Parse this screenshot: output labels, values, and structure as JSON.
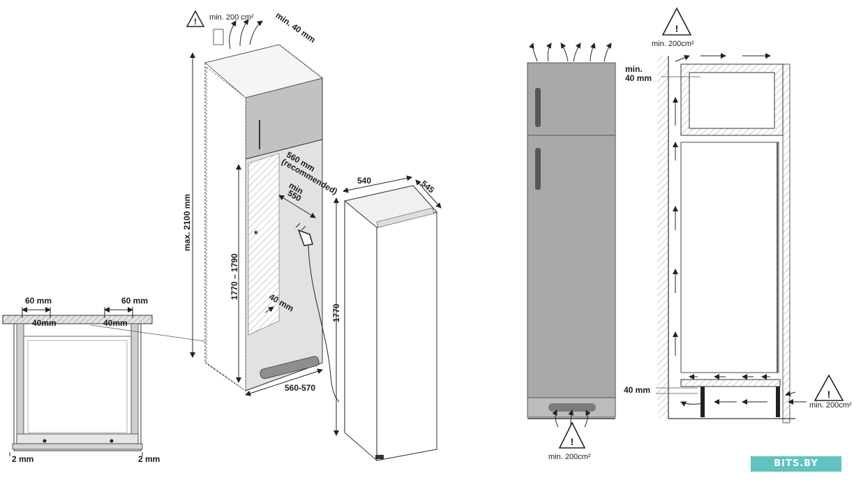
{
  "colors": {
    "appliance_fill": "#a9a9a9",
    "cabinet_fill": "#c8c8c8",
    "niche_fill": "#dedede",
    "accent": "#5fc3bf",
    "line": "#222222"
  },
  "top_view": {
    "gap_left": "60 mm",
    "gap_right": "60 mm",
    "inner_left": "40mm",
    "inner_right": "40mm",
    "bottom_left": "2 mm",
    "bottom_right": "2 mm"
  },
  "cabinet": {
    "vent_top": "min. 200 cm²",
    "gap_top": "min. 40 mm",
    "height_max": "max. 2100 mm",
    "niche_height": "1770 – 1790",
    "niche_depth": "560 mm",
    "niche_depth_note": "(recommended)",
    "min_depth_a": "min",
    "min_depth_b": "550",
    "gap_rear": "40 mm",
    "width": "560-570",
    "asterisk": "*"
  },
  "appliance": {
    "width": "540",
    "depth": "545",
    "height": "1770"
  },
  "airflow": {
    "top_label": "min. 200cm²",
    "bottom_label": "min. 200cm²",
    "right_label": "min. 200cm²",
    "gap_top_a": "min.",
    "gap_top_b": "40 mm",
    "gap_bottom": "40 mm"
  },
  "icons": [
    "warning-triangle-icon",
    "power-plug-icon",
    "airflow-arrow-icon"
  ],
  "watermark": "BITS.BY"
}
